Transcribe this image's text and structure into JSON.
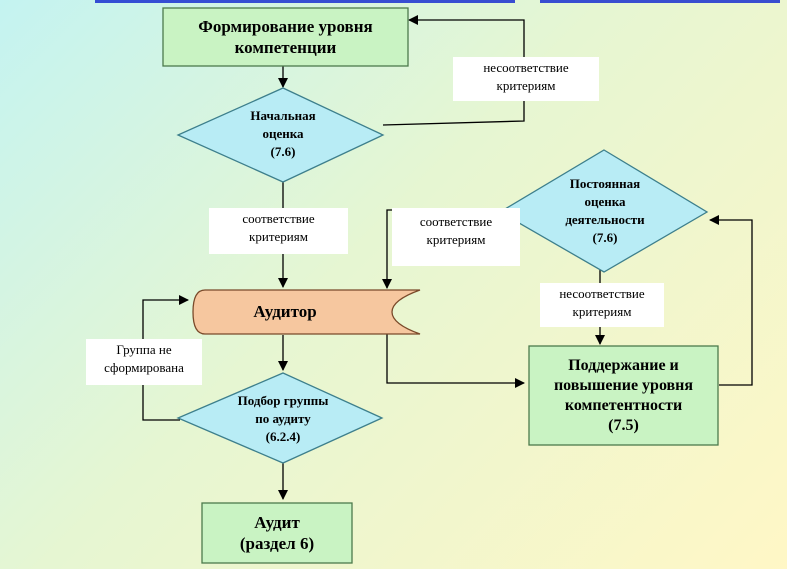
{
  "nodes": {
    "formation": "Формирование уровня\nкомпетенции",
    "initial_assessment": "Начальная\nоценка\n(7.6)",
    "auditor": "Аудитор",
    "team_selection": "Подбор группы\nпо аудиту\n(6.2.4)",
    "audit": "Аудит\n(раздел 6)",
    "continuous_assessment": "Постоянная\nоценка\nдеятельности\n(7.6)",
    "maintenance": "Поддержание и\nповышение уровня\nкомпетентности\n(7.5)"
  },
  "labels": {
    "nonconformity_top": "несоответствие\nкритериям",
    "conformity_left": "соответствие\nкритериям",
    "conformity_right": "соответствие\nкритериям",
    "nonconformity_right": "несоответствие\nкритериям",
    "group_not_formed": "Группа не\nсформирована"
  },
  "colors": {
    "rect_fill": "#c9f3c3",
    "rect_stroke": "#4c7a4c",
    "diamond_fill": "#b8ecf5",
    "diamond_stroke": "#3d7f8c",
    "scroll_fill": "#f6c79f",
    "scroll_stroke": "#7a4a2a",
    "line": "#000000"
  }
}
